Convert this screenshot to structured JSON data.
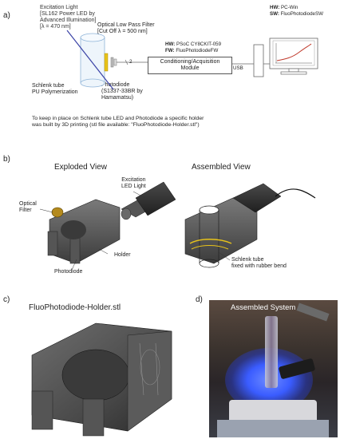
{
  "panel_a": {
    "label": "a)",
    "excitation_light": [
      "Excitation Light",
      "[SL162 Power LED by",
      "Advanced Illumination]",
      "[λ = 470 nm]"
    ],
    "optical_filter": [
      "Optical Low Pass Filter",
      "[Cut Off λ = 500 nm]"
    ],
    "signal_mark": "2",
    "hw_fw": {
      "hw_key": "HW:",
      "hw_val": "PSoC CY8CKIT-059",
      "fw_key": "FW:",
      "fw_val": "FluoPhotodiodeFW"
    },
    "module": [
      "Conditioning/Acquisition",
      "Module"
    ],
    "usb": "USB",
    "hw_sw": {
      "hw_key": "HW:",
      "hw_val": "PC-Win",
      "sw_key": "SW:",
      "sw_val": "FluoPhotodiodeSW"
    },
    "schlenk": [
      "Schlenk tube",
      "PU Polymerization"
    ],
    "photodiode": [
      "Photodiode",
      "(S1337-33BR by",
      "Hamamatsu)"
    ],
    "note": [
      "To keep in place on Schlenk tube  LED and Photodiode a specific holder",
      "was built by 3D printing (stl file available: \"FluoPhotodiode-Holder.stl\")"
    ]
  },
  "panel_b": {
    "label": "b)",
    "exploded_title": "Exploded View",
    "assembled_title": "Assembled  View",
    "excitation": [
      "Excitation",
      "LED Light"
    ],
    "optical_filter": [
      "Optical",
      "Filter"
    ],
    "holder": "Holder",
    "photodiode": "Photodiode",
    "schlenk": [
      "Schlenk tube",
      "fixed with rubber bend"
    ]
  },
  "panel_c": {
    "label": "c)",
    "title": "FluoPhotodiode-Holder.stl"
  },
  "panel_d": {
    "label": "d)",
    "title": "Assembled System"
  },
  "colors": {
    "gray_part": "#5a5a5a",
    "dark_part": "#2e2e2e",
    "filter_yellow": "#e8c31a",
    "blue_glow": "#3a5cff",
    "box_border": "#555555"
  }
}
